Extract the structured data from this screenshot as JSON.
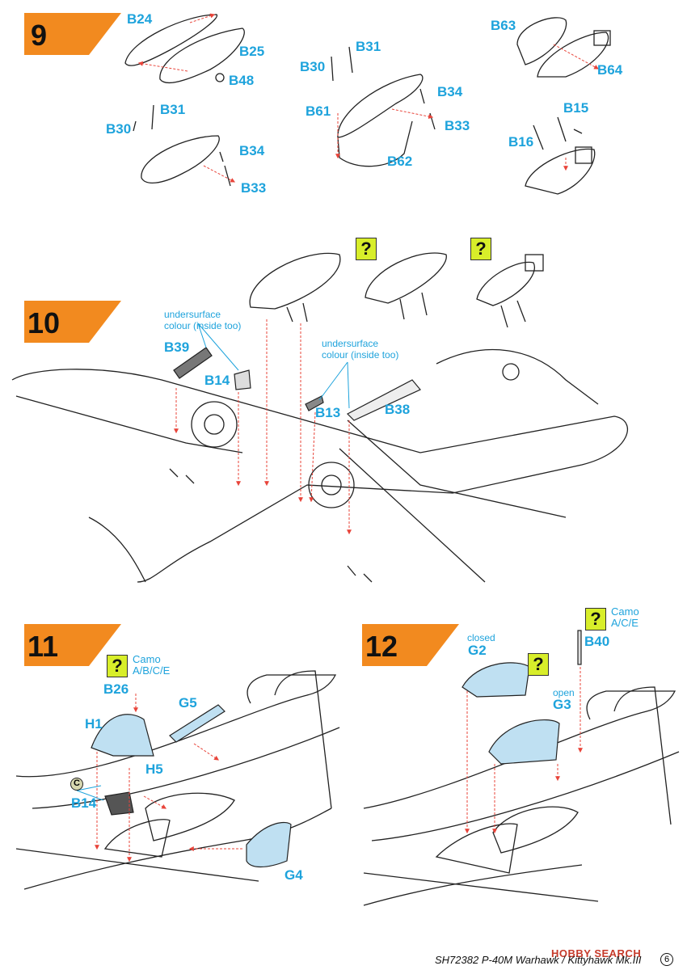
{
  "colors": {
    "accent_orange": "#f28a1f",
    "label_blue": "#1ea3dc",
    "question_box": "#d8ee2a",
    "arrow_red": "#e8443a",
    "glass_blue": "#bfe0f2"
  },
  "steps": {
    "s9": "9",
    "s10": "10",
    "s11": "11",
    "s12": "12"
  },
  "step9": {
    "parts": {
      "B24": "B24",
      "B25": "B25",
      "B48": "B48",
      "B30a": "B30",
      "B31a": "B31",
      "B34a": "B34",
      "B33a": "B33",
      "B30b": "B30",
      "B31b": "B31",
      "B61": "B61",
      "B34b": "B34",
      "B33b": "B33",
      "B62": "B62",
      "B63": "B63",
      "B64": "B64",
      "B15": "B15",
      "B16": "B16"
    }
  },
  "step10": {
    "question_mark": "?",
    "note_left": [
      "undersurface",
      "colour (inside too)"
    ],
    "note_right": [
      "undersurface",
      "colour (inside too)"
    ],
    "parts": {
      "B39": "B39",
      "B14": "B14",
      "B13": "B13",
      "B38": "B38"
    }
  },
  "step11": {
    "question_mark": "?",
    "camo": [
      "Camo",
      "A/B/C/E"
    ],
    "c_marker": "C",
    "parts": {
      "B26": "B26",
      "H1": "H1",
      "G5": "G5",
      "H5": "H5",
      "B14": "B14",
      "G4": "G4"
    }
  },
  "step12": {
    "question_mark": "?",
    "camo": [
      "Camo",
      "A/C/E"
    ],
    "closed": "closed",
    "open": "open",
    "parts": {
      "G2": "G2",
      "G3": "G3",
      "B40": "B40"
    }
  },
  "footer": {
    "code_title": "SH72382  P-40M Warhawk / Kittyhawk Mk.III",
    "page": "6",
    "watermark": "HOBBY SEARCH"
  }
}
